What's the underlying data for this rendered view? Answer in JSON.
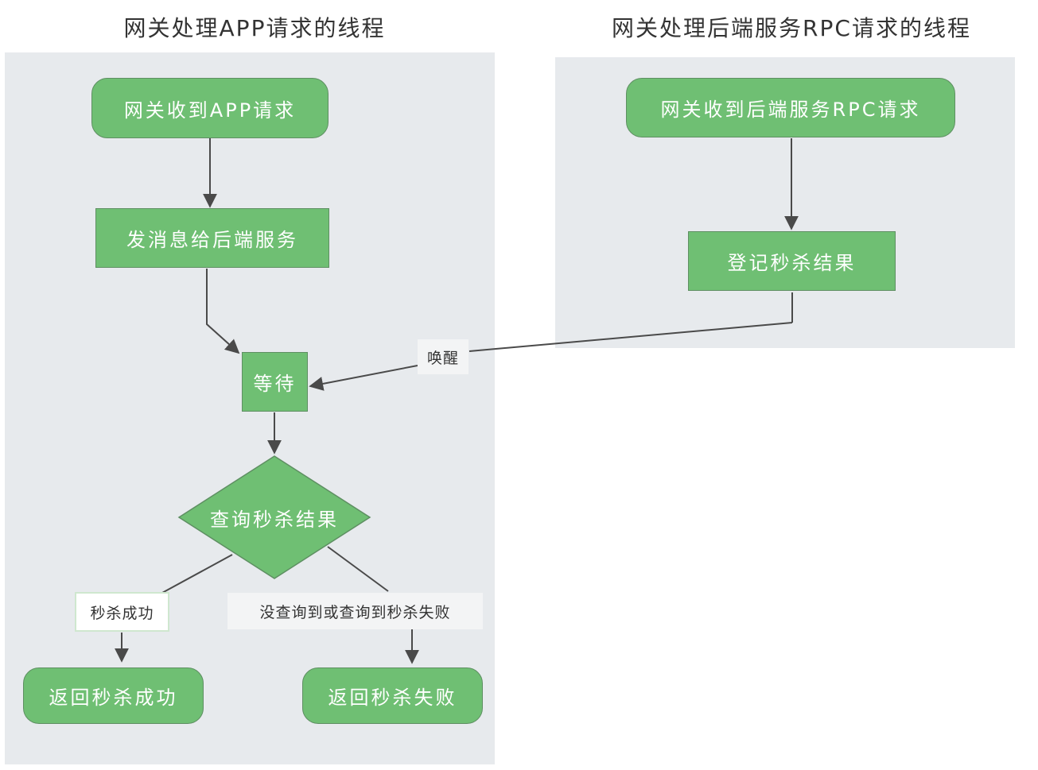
{
  "titles": {
    "left": "网关处理APP请求的线程",
    "right": "网关处理后端服务RPC请求的线程"
  },
  "nodes": {
    "receive_app": "网关收到APP请求",
    "send_backend": "发消息给后端服务",
    "wait": "等待",
    "query_result": "查询秒杀结果",
    "return_success": "返回秒杀成功",
    "return_fail": "返回秒杀失败",
    "receive_rpc": "网关收到后端服务RPC请求",
    "record_result": "登记秒杀结果"
  },
  "edge_labels": {
    "wake": "唤醒",
    "success": "秒杀成功",
    "fail": "没查询到或查询到秒杀失败"
  },
  "colors": {
    "node_fill": "#6fbf73",
    "node_border": "#5e8f62",
    "panel": "#e7eaed",
    "edge": "#4a4a4a"
  }
}
